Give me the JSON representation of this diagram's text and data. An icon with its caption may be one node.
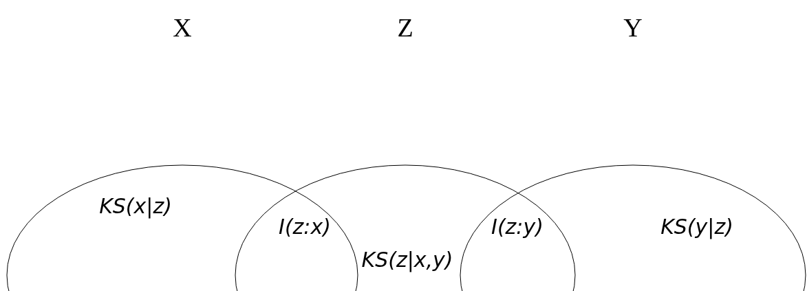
{
  "diagram": {
    "nodes": [
      {
        "text": [
          "X"
        ]
      },
      {
        "text": [
          "Z"
        ]
      },
      {
        "text": [
          "Y"
        ]
      }
    ],
    "labels": [
      "KS(x|z)",
      "I(z:x)",
      "KS(z|x,y)",
      "I(z:y)",
      "KS(y|z)"
    ]
  }
}
